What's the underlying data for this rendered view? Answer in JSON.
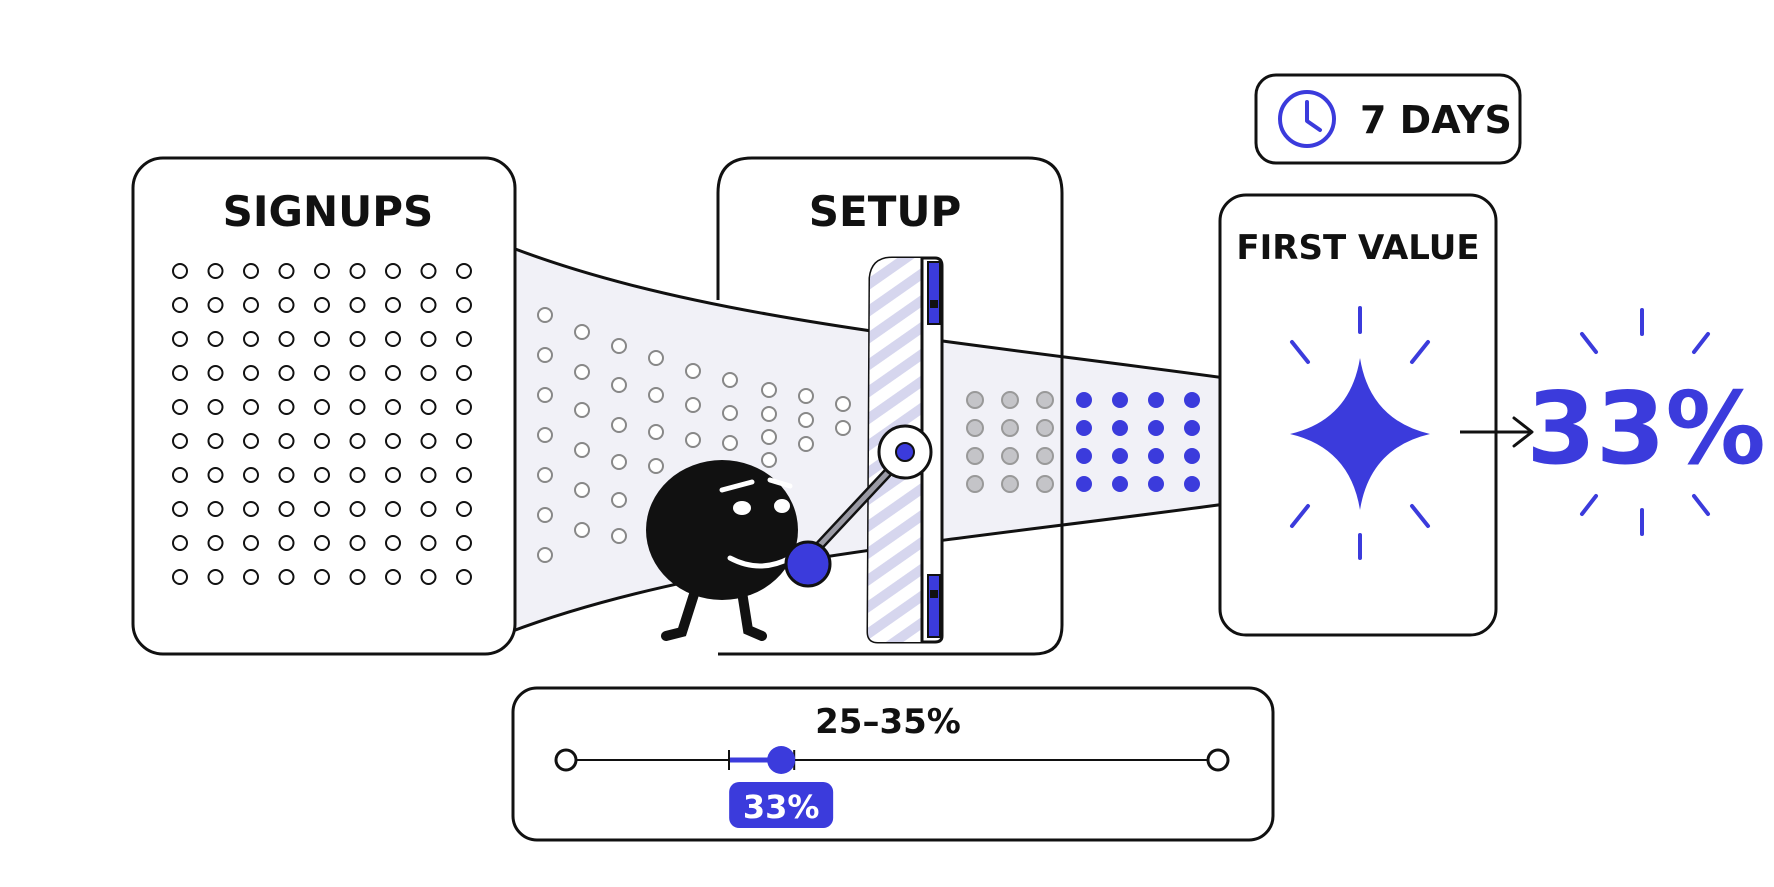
{
  "labels": {
    "signups": "SIGNUPS",
    "setup": "SETUP",
    "first_value": "FIRST VALUE",
    "timer": "7 DAYS",
    "result": "33%",
    "range": "25–35%",
    "marker": "33%"
  },
  "slider": {
    "min": 0,
    "max": 100,
    "range_low": 25,
    "range_high": 35,
    "value": 33
  },
  "icons": {
    "timer": "clock-icon",
    "value": "sparkle-icon",
    "arrow": "arrow-right-icon",
    "character": "ball-character"
  },
  "colors": {
    "accent": "#3b3bdc",
    "ink": "#111111",
    "funnel": "#f1f1f7",
    "dot_gray": "#c4c4c8",
    "stripe": "#d6d6ee"
  }
}
